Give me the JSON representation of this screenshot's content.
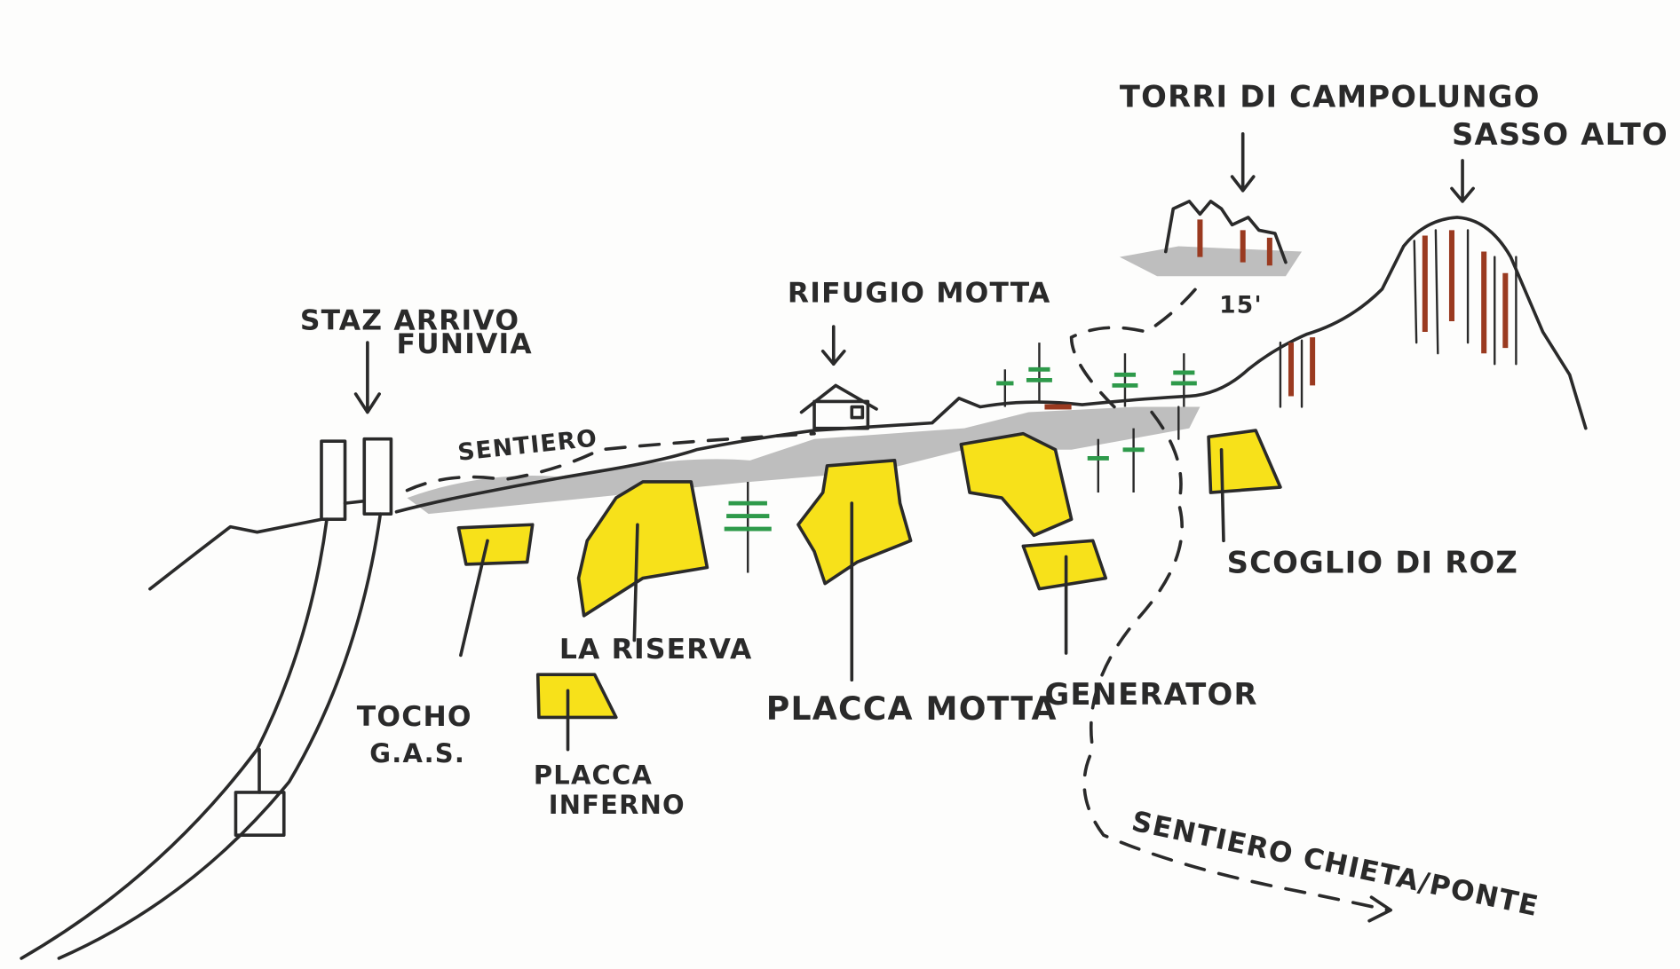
{
  "labels": {
    "torri": "TORRI DI CAMPOLUNGO",
    "sasso_alto": "SASSO ALTO",
    "rifugio": "RIFUGIO MOTTA",
    "staz_line1": "STAZ ARRIVO",
    "staz_line2": "FUNIVIA",
    "sentiero": "SENTIERO",
    "time": "15'",
    "scoglio": "SCOGLIO DI ROZ",
    "tocco_line1": "TOCHO",
    "tocco_line2": "G.A.S.",
    "la_riserva": "LA RISERVA",
    "placca_motta": "PLACCA MOTTA",
    "generator": "GENERATOR",
    "placca_inferno_line1": "PLACCA",
    "placca_inferno_line2": "INFERNO",
    "sentiero_chieta": "SENTIERO CHIETA/PONTE"
  },
  "colors": {
    "ink": "#2a2a2a",
    "crag": "#f7e11a",
    "rock": "#9a3a20",
    "tree": "#2e9a4a"
  }
}
